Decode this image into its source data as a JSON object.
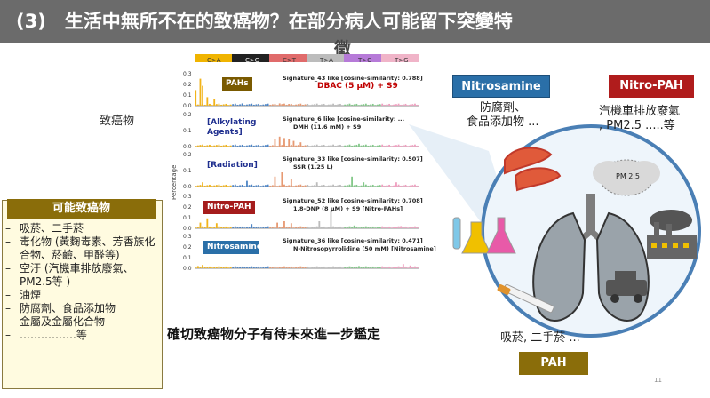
{
  "title": {
    "line1": "(3)　生活中無所不在的致癌物？在部分病人可能留下突變特",
    "line2": "徵"
  },
  "labels": {
    "carcinogen": "致癌物",
    "percentage": "Percentage",
    "bottom_statement": "確切致癌物分子有待未來進一步鑑定"
  },
  "mutation_classes": [
    "C>A",
    "C>G",
    "C>T",
    "T>A",
    "T>C",
    "T>G"
  ],
  "colors": {
    "c_a": "#f0b400",
    "c_g": "#222222",
    "c_t": "#e06b6b",
    "t_a": "#9ad0a0",
    "t_c": "#6fc06f",
    "t_g": "#f0b4c8",
    "c_a_bar": "#f2b41a",
    "c_g_bar": "#4f86c6",
    "c_t_bar": "#e79a73",
    "t_a_bar": "#bcbcbc",
    "t_c_bar": "#84c98a",
    "t_g_bar": "#f0a0c0",
    "pah_brown": "#8a6d0a",
    "nitro_red": "#b01c1c",
    "nitros_blue": "#2a6fa8"
  },
  "signatures": [
    {
      "tag": "PAHs",
      "caption_line1": "Signature_43 like [cosine-similarity: 0.788]",
      "caption_line2": "DBAC (5 μM) + S9",
      "yticks": [
        "0.3",
        "0.2",
        "0.1",
        "0.0"
      ]
    },
    {
      "tag": "[Alkylating Agents]",
      "caption_line1": "Signature_6 like [cosine-similarity: ...",
      "caption_line2": "DMH (11.6 mM) + S9",
      "yticks": [
        "0.2",
        "0.1",
        "0.0"
      ]
    },
    {
      "tag": "[Radiation]",
      "caption_line1": "Signature_33 like [cosine-similarity: 0.507]",
      "caption_line2": "SSR (1.25 L)",
      "yticks": [
        "0.2",
        "0.1",
        "0.0"
      ]
    },
    {
      "tag": "Nitro-PAH",
      "caption_line1": "Signature_52 like [cosine-similarity: 0.708]",
      "caption_line2": "1,8-DNP (8 μM) + S9 [Nitro-PAHs]",
      "yticks": [
        "0.3",
        "0.2",
        "0.1",
        "0.0"
      ]
    },
    {
      "tag": "Nitrosamine",
      "caption_line1": "Signature_36 like [cosine-similarity: 0.471]",
      "caption_line2": "N-Nitrosopyrrolidine (50 mM) [Nitrosamine]",
      "yticks": [
        "0.3",
        "0.2",
        "0.1",
        "0.0"
      ]
    }
  ],
  "cause_box": {
    "header": "可能致癌物",
    "items": [
      "吸菸、二手菸",
      "毒化物 (黃麴毒素、芳香族化合物、菸鹼、甲醛等)",
      "空汙 (汽機車排放廢氣、PM2.5等 )",
      "油煙",
      "防腐劑、食品添加物",
      "金屬及金屬化合物",
      "…………….等"
    ]
  },
  "sources": {
    "nitrosamine_badge": "Nitrosamine",
    "nitrosamine_text_1": "防腐劑、",
    "nitrosamine_text_2": "食品添加物 ...",
    "nitropah_badge": "Nitro-PAH",
    "nitropah_text_1": "汽機車排放廢氣",
    "nitropah_text_2": ", PM2.5 .....等",
    "pah_text": "吸菸, 二手菸 ...",
    "pah_badge": "PAH",
    "pm_label": "PM 2.5"
  },
  "page_number": "11"
}
